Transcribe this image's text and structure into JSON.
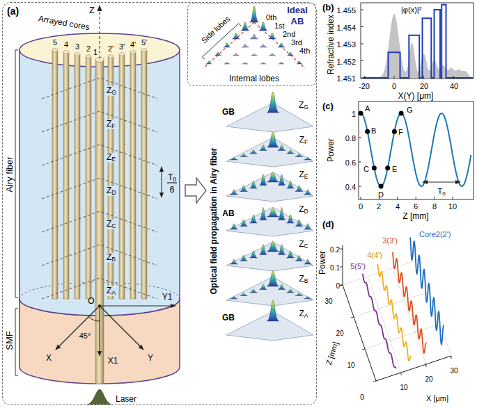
{
  "diagram": {
    "nodes": [
      {
        "text": [
          "(a)"
        ]
      },
      {
        "text": [
          "Ideal AB"
        ],
        "in": 0
      }
    ],
    "labels": [
      "Z",
      "Arrayed cores",
      "5",
      "4",
      "3",
      "2",
      "1",
      "2'",
      "3'",
      "4'",
      "5'",
      "ZG",
      "ZF",
      "ZE",
      "ZD",
      "ZC",
      "ZB",
      "ZA",
      "T0",
      "6",
      "Airy fiber",
      "SMF",
      "45°",
      "O",
      "X",
      "X1",
      "Y",
      "Y1",
      "Laser",
      "Side lobes",
      "0th",
      "1st",
      "2nd",
      "3rd",
      "4th",
      "Internal lobes",
      "Optical field propagation in Airy fiber",
      "GB",
      "ZG",
      "ZF",
      "ZE",
      "AB",
      "ZD",
      "ZC",
      "ZB",
      "GB",
      "ZA",
      "(b)",
      "Refractive index",
      "1.455",
      "1.454",
      "1.453",
      "1.452",
      "1.451",
      "-20",
      "0",
      "20",
      "40",
      "X(Y) [μm]",
      "|φ(x)|²",
      "(c)",
      "Power",
      "1",
      "0.8",
      "0.6",
      "0.4",
      "0",
      "2",
      "4",
      "6",
      "8",
      "10",
      "Z [mm]",
      "A",
      "B",
      "C",
      "D",
      "E",
      "F",
      "G",
      "T0",
      "(d)",
      "Power",
      "0.2",
      "0.1",
      "0",
      "3(3')",
      "4(4')",
      "5(5')",
      "Core2(2')",
      "Z [mm]",
      "30",
      "20",
      "10",
      "0",
      "10",
      "20",
      "30",
      "X [μm]"
    ]
  }
}
